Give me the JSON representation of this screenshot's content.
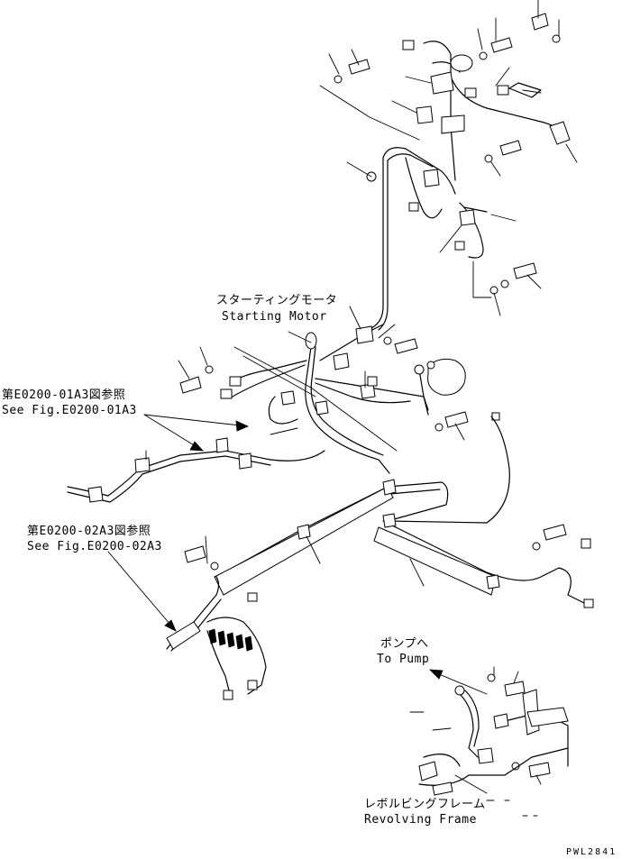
{
  "labels": {
    "starting_motor_jp": "スターティングモータ",
    "starting_motor_en": "Starting Motor",
    "ref_01_jp": "第E0200-01A3図参照",
    "ref_01_en": "See Fig.E0200-01A3",
    "ref_02_jp": "第E0200-02A3図参照",
    "ref_02_en": "See Fig.E0200-02A3",
    "to_pump_jp": "ポンプへ",
    "to_pump_en": "To Pump",
    "revolving_frame_jp": "レボルビングフレーム",
    "revolving_frame_en": "Revolving Frame",
    "drawing_code": "PWL2841"
  },
  "colors": {
    "ink": "#000000",
    "paper": "#ffffff"
  }
}
